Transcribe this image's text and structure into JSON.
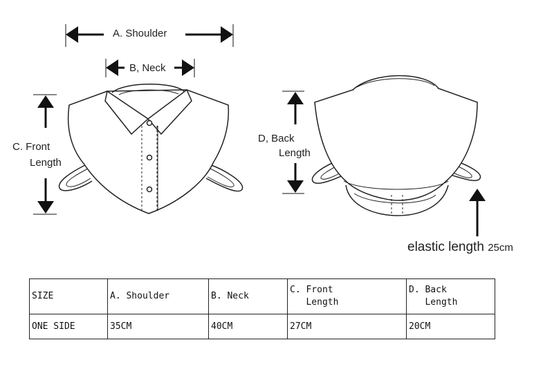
{
  "labels": {
    "shoulder": "A. Shoulder",
    "neck": "B, Neck",
    "front_line1": "C. Front",
    "front_line2": "Length",
    "back_line1": "D, Back",
    "back_line2": "Length",
    "elastic_text": "elastic length",
    "elastic_value": "25",
    "elastic_unit": "cm"
  },
  "table": {
    "headers": [
      "SIZE",
      "A. Shoulder",
      "B. Neck",
      "C. Front\n   Length",
      "D. Back\n   Length"
    ],
    "rows": [
      [
        "ONE SIDE",
        "35CM",
        "40CM",
        "27CM",
        "20CM"
      ]
    ]
  },
  "colors": {
    "line": "#222222",
    "background": "#ffffff"
  }
}
